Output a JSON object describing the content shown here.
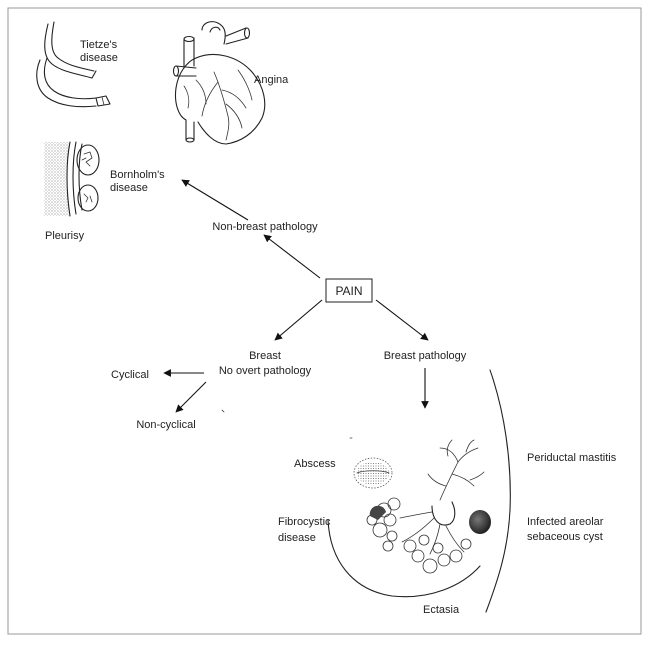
{
  "nodes": {
    "pain": "PAIN",
    "non_breast_pathology": "Non-breast pathology",
    "breast_no_overt_line1": "Breast",
    "breast_no_overt_line2": "No overt pathology",
    "breast_pathology": "Breast pathology",
    "cyclical": "Cyclical",
    "non_cyclical": "Non-cyclical"
  },
  "non_breast_conditions": {
    "tietze_line1": "Tietze's",
    "tietze_line2": "disease",
    "angina": "Angina",
    "bornholm_line1": "Bornholm's",
    "bornholm_line2": "disease",
    "pleurisy": "Pleurisy"
  },
  "breast_conditions": {
    "abscess": "Abscess",
    "periductal_mastitis": "Periductal mastitis",
    "fibrocystic_line1": "Fibrocystic",
    "fibrocystic_line2": "disease",
    "infected_cyst_line1": "Infected areolar",
    "infected_cyst_line2": "sebaceous cyst",
    "ectasia": "Ectasia"
  },
  "colors": {
    "ink": "#222222",
    "border": "#999999",
    "stipple": "#9a9a9a",
    "cyst_fill": "#3a3a3a"
  }
}
